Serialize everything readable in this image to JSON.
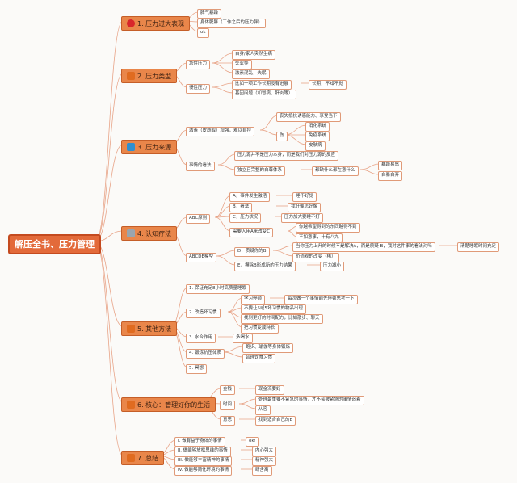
{
  "root": "解压全书、压力管理",
  "branches": [
    {
      "label": "1. 压力过大表现",
      "icon": "red-circle-icon"
    },
    {
      "label": "2. 压力类型",
      "icon": "orange-square-icon"
    },
    {
      "label": "3. 压力来源",
      "icon": "blue-square-icon"
    },
    {
      "label": "4. 认知疗法",
      "icon": "gray-square-icon"
    },
    {
      "label": "5. 其他方法",
      "icon": "orange-square-icon"
    },
    {
      "label": "6. 核心：管理好你的生活",
      "icon": "orange-square-icon"
    },
    {
      "label": "7. 总结",
      "icon": "orange-square-icon"
    }
  ],
  "b1": [
    "脾气暴躁",
    "身体肥胖（工作之后的压力胖）",
    "ok"
  ],
  "b2": {
    "acute": "急性压力",
    "acute_items": [
      "自身/家人突然生病",
      "失业等",
      "激素混乱，失眠"
    ],
    "chronic": "慢性压力",
    "chronic_items": [
      "比如一项工作长期没有进展",
      "基因问题（如冒病、肝炎等）"
    ],
    "chronic_note": "长期，不知不觉"
  },
  "b3": {
    "hormone": "激素（皮质醇）增强，难以自控",
    "loss": "丧失抵抗诱惑能力、享受当下",
    "harm": "伤",
    "harm_items": [
      "消化系统",
      "免疫系统",
      "皮肤病"
    ],
    "view": "事情的看法",
    "view_items": [
      "压力源并不是压力本身，而是我们对压力源的反应",
      "独立且完整的自尊体系"
    ],
    "built": "都缺什么都在意什么",
    "built_items": [
      "暴躁易怒",
      "自暴自弃"
    ]
  },
  "b4": {
    "abc": "ABC原则",
    "abc_items": [
      "A，事件发生激活",
      "B，看法",
      "C，压力状况",
      "需要入用A来改变C"
    ],
    "abc_notes": [
      "睡不好觉",
      "我好像怎好像",
      "压力加大要睡不好",
      "你越希望得到的东西越得不到",
      "不如意事，十有八九"
    ],
    "abcde": "ABCDE模型",
    "d": "D，质疑你的B",
    "d_items": [
      "当你压力上升的时候不是解决A，而是质疑 B，我对这件事的看法对吗",
      "价值观的改变（稀）"
    ],
    "d_note": "清楚睡眠时间充足",
    "e": "E，摒除B形成新的压力结果",
    "e_note": "压力减小"
  },
  "b5": {
    "items": [
      "1. 保证充足8小时高质量睡眠",
      "2. 改造坏习惯",
      "3. 水合作用",
      "4. 锻炼抗压体质",
      "5. 冥想"
    ],
    "habit_items": [
      "学习停顿",
      "不要让5或5坏习惯的物品出现",
      "找到更好的时间配方，比如散步、聊天",
      "把习惯变成特长"
    ],
    "habit_note": "每次做一个事情前先停顿思考一下",
    "water_note": "多喝水",
    "body_items": [
      "跑步、瑜伽等身体锻炼",
      "合理饮食习惯"
    ]
  },
  "b6": {
    "items": [
      "金钱",
      "时间",
      "意思"
    ],
    "money_note": "现金流要好",
    "time_items": [
      "处理最重要不紧急的事情，才不会被紧急的事情追着",
      "从容"
    ],
    "meaning_note": "找到适合自己的B"
  },
  "b7": {
    "items": [
      "I. 做有益于身体的事情",
      "II. 做能够放松思维的事情",
      "III. 做能够丰富精神的事情",
      "IV. 做能够简化环境的事情"
    ],
    "notes": [
      "ok!",
      "内心强大",
      "精神强大",
      "断舍离"
    ]
  }
}
